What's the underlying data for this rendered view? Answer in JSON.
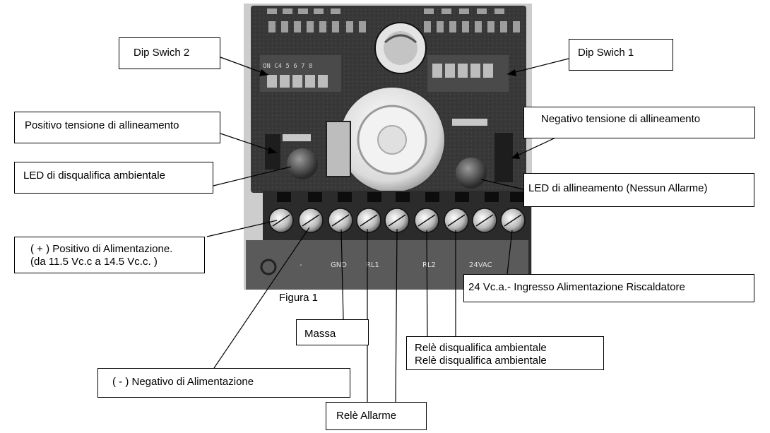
{
  "callouts": {
    "dip_switch_2": "Dip Swich  2",
    "dip_switch_1": "Dip Swich 1",
    "positive_alignment": "Positivo tensione di allineamento",
    "negative_alignment": "Negativo tensione di allineamento",
    "led_env_disqualification": "LED di disqualifica ambientale",
    "led_alignment": "LED  di allineamento (Nessun Allarme)",
    "positive_power_line1": "( + ) Positivo di Alimentazione.",
    "positive_power_line2": " (da 11.5 Vc.c a  14.5 Vc.c. )",
    "heater_power": "24 Vc.a.-  Ingresso Alimentazione Riscaldatore",
    "ground": "Massa",
    "env_relay_line1": "Relè disqualifica ambientale",
    "env_relay_line2": "Relè disqualifica ambientale",
    "negative_power": "( - ) Negativo di Alimentazione",
    "alarm_relay": "Relè Allarme"
  },
  "caption": "Figura 1",
  "board_text": {
    "dip_marks": "ON C4 5 6 7 8",
    "terminal_labels": [
      "-",
      "GND",
      "RL1",
      "RL2",
      "24VAC"
    ]
  },
  "colors": {
    "board_dark": "#2e2e2e",
    "board_mid": "#5a5a5a",
    "photo_bg": "#cfcfcf",
    "line": "#000000"
  }
}
